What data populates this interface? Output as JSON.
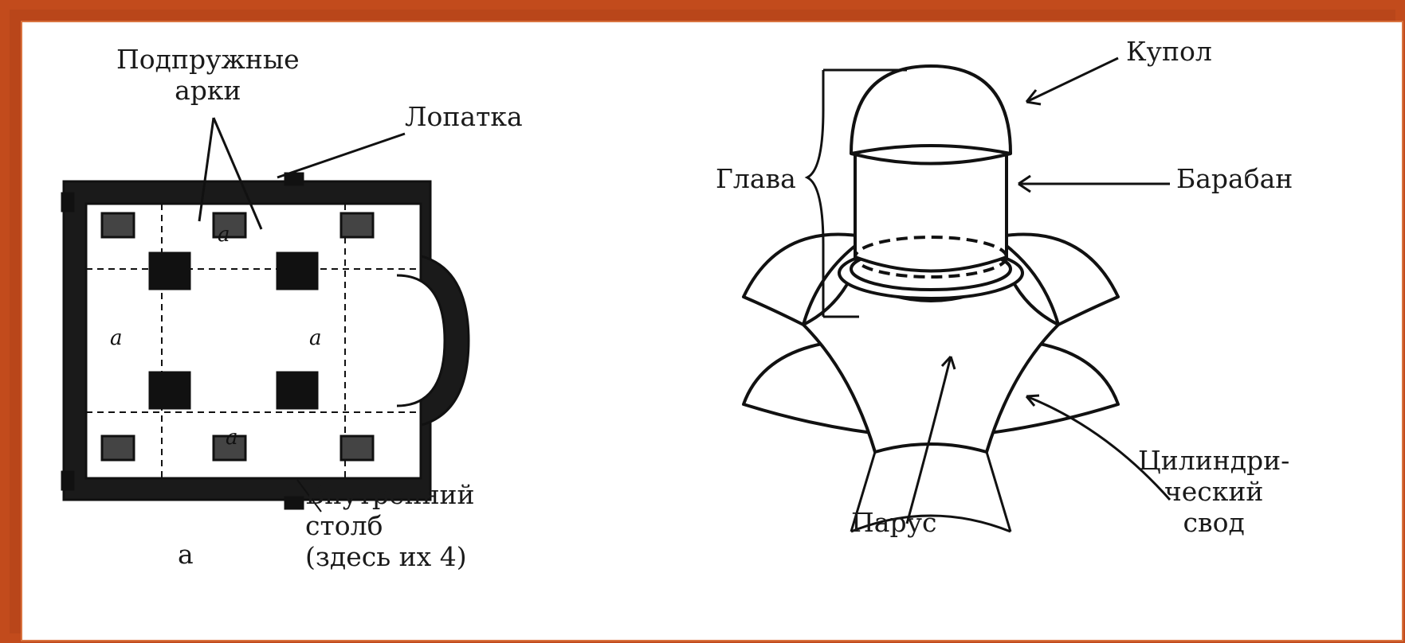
{
  "plan": {
    "label_arches": [
      "Подпружные",
      "арки"
    ],
    "label_pilaster": "Лопатка",
    "label_pillar": [
      "Внутренний",
      "столб",
      "(здесь их 4)"
    ],
    "label_a": "а",
    "cell_marks": [
      "a",
      "a",
      "a",
      "a"
    ]
  },
  "dome": {
    "label_dome": "Купол",
    "label_drum": "Барабан",
    "label_head": "Глава",
    "label_sail": "Парус",
    "label_vault": [
      "Цилиндри-",
      "ческий",
      "свод"
    ]
  }
}
